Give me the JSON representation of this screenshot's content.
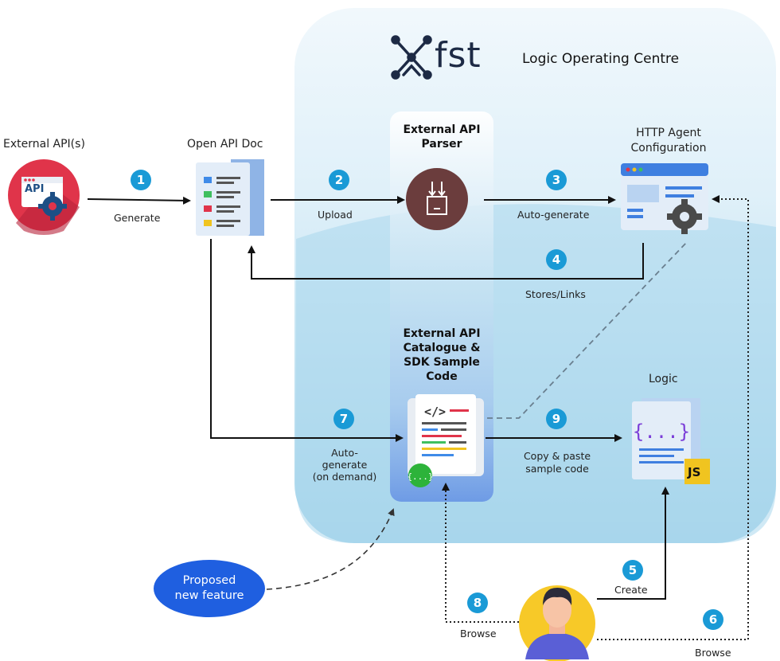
{
  "header": {
    "logo_text": "fst",
    "title": "Logic Operating Centre"
  },
  "nodes": {
    "external_api": "External API(s)",
    "external_api_icon_text": "API",
    "openapi_doc": "Open API Doc",
    "parser": [
      "External API",
      "Parser"
    ],
    "http_agent": [
      "HTTP Agent",
      "Configuration"
    ],
    "catalogue": [
      "External API",
      "Catalogue &",
      "SDK Sample",
      "Code"
    ],
    "logic": "Logic",
    "logic_badge": "JS",
    "proposed": [
      "Proposed",
      "new feature"
    ]
  },
  "steps": [
    {
      "num": "1",
      "label": "Generate"
    },
    {
      "num": "2",
      "label": "Upload"
    },
    {
      "num": "3",
      "label": "Auto-generate"
    },
    {
      "num": "4",
      "label": "Stores/Links"
    },
    {
      "num": "5",
      "label": "Create"
    },
    {
      "num": "6",
      "label": "Browse"
    },
    {
      "num": "7",
      "label": [
        "Auto-",
        "generate",
        "(on demand)"
      ]
    },
    {
      "num": "8",
      "label": "Browse"
    },
    {
      "num": "9",
      "label": [
        "Copy & paste",
        "sample code"
      ]
    }
  ],
  "colors": {
    "region_top": "#eef7fc",
    "region_bottom": "#a9d7ec",
    "step_badge": "#1a9ad6",
    "proposed": "#1f5fe0",
    "parser_circle": "#6b3d3d",
    "api_icon": "#e0344a",
    "user_circle": "#f7c928"
  }
}
